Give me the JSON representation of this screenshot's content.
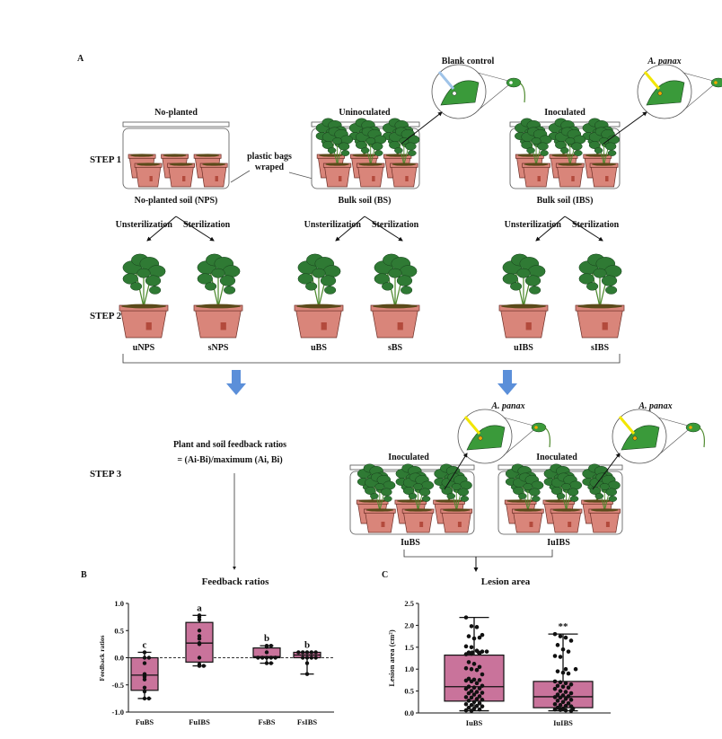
{
  "panel_letters": {
    "a": "A",
    "b": "B",
    "c": "C"
  },
  "steps": {
    "step1": "STEP 1",
    "step2": "STEP 2",
    "step3": "STEP 3"
  },
  "step1": {
    "groups": [
      {
        "title": "No-planted",
        "soil": "No-planted soil (NPS)"
      },
      {
        "title": "Uninoculated",
        "soil": "Bulk soil (BS)"
      },
      {
        "title": "Inoculated",
        "soil": "Bulk soil (IBS)"
      }
    ],
    "bag_label_1": "plastic bags",
    "bag_label_2": "wraped",
    "blank_control": "Blank control",
    "pathogen": "A. panax",
    "branch_left": "Unsterilization",
    "branch_right": "Sterilization"
  },
  "step2": {
    "pots": [
      "uNPS",
      "sNPS",
      "uBS",
      "sBS",
      "uIBS",
      "sIBS"
    ]
  },
  "step3": {
    "formula_1": "Plant and soil feedback ratios",
    "formula_2": "= (Ai-Bi)/maximum (Ai, Bi)",
    "groups": [
      {
        "title": "Inoculated",
        "soil": "IuBS",
        "pathogen": "A. panax"
      },
      {
        "title": "Inoculated",
        "soil": "IuIBS",
        "pathogen": "A. panax"
      }
    ]
  },
  "colors": {
    "box_fill": "#c9739b",
    "pot": "#d9857a",
    "leaf": "#2f7a34",
    "blue_arrow": "#5b8fd9",
    "tip_blank": "#9fc3e8",
    "tip_pathogen": "#f2e600"
  },
  "chart_data": [
    {
      "type": "box",
      "title": "Feedback ratios",
      "xlabel": "",
      "ylabel": "Feedback ratios",
      "ylim": [
        -1.0,
        1.0
      ],
      "yticks": [
        "1.0",
        "0.5",
        "0.0",
        "-0.5",
        "-1.0"
      ],
      "reference_line": 0.0,
      "categories": [
        "FuBS",
        "FuIBS",
        "FsBS",
        "FsIBS"
      ],
      "boxes": [
        {
          "min": -0.75,
          "q1": -0.6,
          "median": -0.32,
          "q3": 0.0,
          "max": 0.1,
          "letter": "c",
          "points": [
            0.1,
            0.0,
            0.0,
            -0.1,
            -0.3,
            -0.32,
            -0.35,
            -0.4,
            -0.55,
            -0.62,
            -0.75,
            -0.75
          ]
        },
        {
          "min": -0.15,
          "q1": -0.08,
          "median": 0.27,
          "q3": 0.65,
          "max": 0.78,
          "letter": "a",
          "points": [
            0.78,
            0.75,
            0.7,
            0.5,
            0.4,
            0.35,
            0.27,
            0.25,
            0.0,
            -0.12,
            -0.15,
            -0.15
          ]
        },
        {
          "min": -0.1,
          "q1": 0.0,
          "median": 0.02,
          "q3": 0.18,
          "max": 0.22,
          "letter": "b",
          "points": [
            0.22,
            0.22,
            0.2,
            0.1,
            0.0,
            0.0,
            0.0,
            0.0,
            0.0,
            -0.1,
            -0.1
          ]
        },
        {
          "min": -0.3,
          "q1": 0.0,
          "median": 0.05,
          "q3": 0.1,
          "max": 0.1,
          "letter": "b",
          "points": [
            0.1,
            0.1,
            0.1,
            0.1,
            0.1,
            0.0,
            0.0,
            0.0,
            0.0,
            -0.1,
            -0.3
          ]
        }
      ]
    },
    {
      "type": "box",
      "title": "Lesion area",
      "xlabel": "",
      "ylabel": "Lesion area (cm²)",
      "ylim": [
        0.0,
        2.5
      ],
      "yticks": [
        "2.5",
        "2.0",
        "1.5",
        "1.0",
        "0.5",
        "0.0"
      ],
      "categories": [
        "IuBS",
        "IuIBS"
      ],
      "boxes": [
        {
          "min": 0.05,
          "q1": 0.27,
          "median": 0.6,
          "q3": 1.32,
          "max": 2.18,
          "letter": "",
          "points": [
            2.18,
            1.98,
            1.96,
            1.78,
            1.75,
            1.7,
            1.72,
            1.52,
            1.5,
            1.42,
            1.4,
            1.38,
            1.38,
            1.36,
            1.34,
            1.35,
            1.38,
            1.4,
            1.16,
            1.12,
            1.05,
            1.02,
            1.0,
            0.98,
            0.88,
            0.78,
            0.76,
            0.75,
            0.74,
            0.72,
            0.68,
            0.62,
            0.6,
            0.58,
            0.56,
            0.55,
            0.5,
            0.48,
            0.46,
            0.45,
            0.42,
            0.38,
            0.36,
            0.35,
            0.32,
            0.3,
            0.28,
            0.25,
            0.22,
            0.2,
            0.18,
            0.16,
            0.15,
            0.12,
            0.1,
            0.08,
            0.06,
            0.05
          ]
        },
        {
          "min": 0.05,
          "q1": 0.12,
          "median": 0.37,
          "q3": 0.72,
          "max": 1.8,
          "letter": "**",
          "points": [
            1.8,
            1.75,
            1.72,
            1.65,
            1.55,
            1.45,
            1.4,
            1.3,
            1.28,
            1.0,
            1.0,
            0.95,
            0.92,
            0.9,
            0.72,
            0.7,
            0.68,
            0.65,
            0.62,
            0.6,
            0.58,
            0.55,
            0.5,
            0.48,
            0.45,
            0.42,
            0.4,
            0.38,
            0.36,
            0.35,
            0.32,
            0.3,
            0.28,
            0.25,
            0.22,
            0.2,
            0.18,
            0.16,
            0.15,
            0.12,
            0.1,
            0.1,
            0.08,
            0.07,
            0.06,
            0.05
          ]
        }
      ]
    }
  ]
}
